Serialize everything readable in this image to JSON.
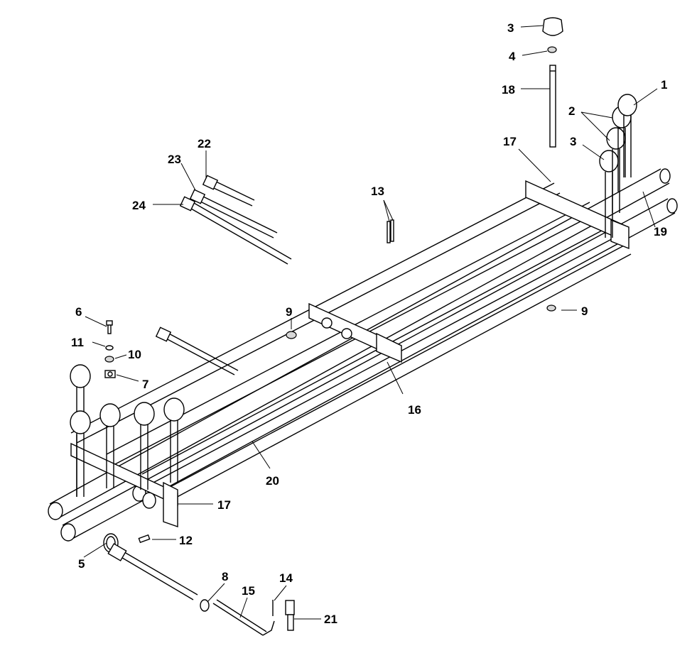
{
  "callouts": {
    "c1": "1",
    "c2": "2",
    "c3a": "3",
    "c3b": "3",
    "c4": "4",
    "c5": "5",
    "c6": "6",
    "c7": "7",
    "c8": "8",
    "c9a": "9",
    "c9b": "9",
    "c10": "10",
    "c11": "11",
    "c12": "12",
    "c13": "13",
    "c14": "14",
    "c15": "15",
    "c16": "16",
    "c17a": "17",
    "c17b": "17",
    "c18": "18",
    "c19": "19",
    "c20": "20",
    "c21": "21",
    "c22": "22",
    "c23": "23",
    "c24": "24"
  }
}
